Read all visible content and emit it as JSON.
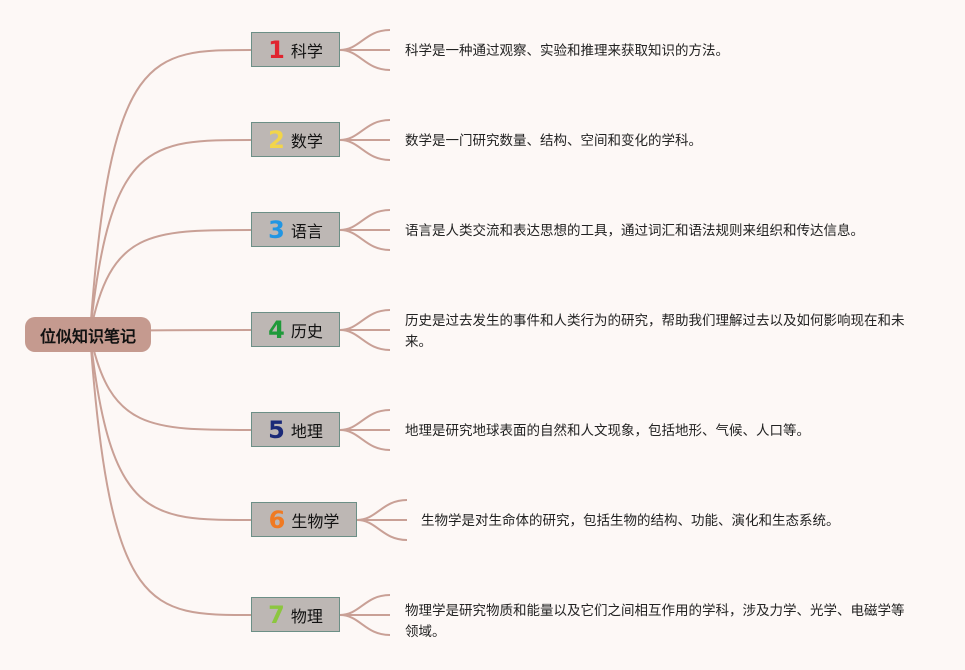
{
  "root": {
    "label": "位似知识笔记"
  },
  "colors": {
    "link": "#c9a096",
    "root_fill": "#c59a8f",
    "node_fill": "#bdb7b4",
    "node_border": "#6c8f86"
  },
  "topics": [
    {
      "number": "1",
      "number_color": "#e0242e",
      "label": "科学",
      "description": "科学是一种通过观察、实验和推理来获取知识的方法。"
    },
    {
      "number": "2",
      "number_color": "#f2d54a",
      "label": "数学",
      "description": "数学是一门研究数量、结构、空间和变化的学科。"
    },
    {
      "number": "3",
      "number_color": "#2196e3",
      "label": "语言",
      "description": "语言是人类交流和表达思想的工具，通过词汇和语法规则来组织和传达信息。"
    },
    {
      "number": "4",
      "number_color": "#1f9a3a",
      "label": "历史",
      "description": "历史是过去发生的事件和人类行为的研究，帮助我们理解过去以及如何影响现在和未来。"
    },
    {
      "number": "5",
      "number_color": "#1b2a78",
      "label": "地理",
      "description": "地理是研究地球表面的自然和人文现象，包括地形、气候、人口等。"
    },
    {
      "number": "6",
      "number_color": "#f07a22",
      "label": "生物学",
      "description": "生物学是对生命体的研究，包括生物的结构、功能、演化和生态系统。"
    },
    {
      "number": "7",
      "number_color": "#8cc63f",
      "label": "物理",
      "description": "物理学是研究物质和能量以及它们之间相互作用的学科，涉及力学、光学、电磁学等领域。"
    }
  ]
}
